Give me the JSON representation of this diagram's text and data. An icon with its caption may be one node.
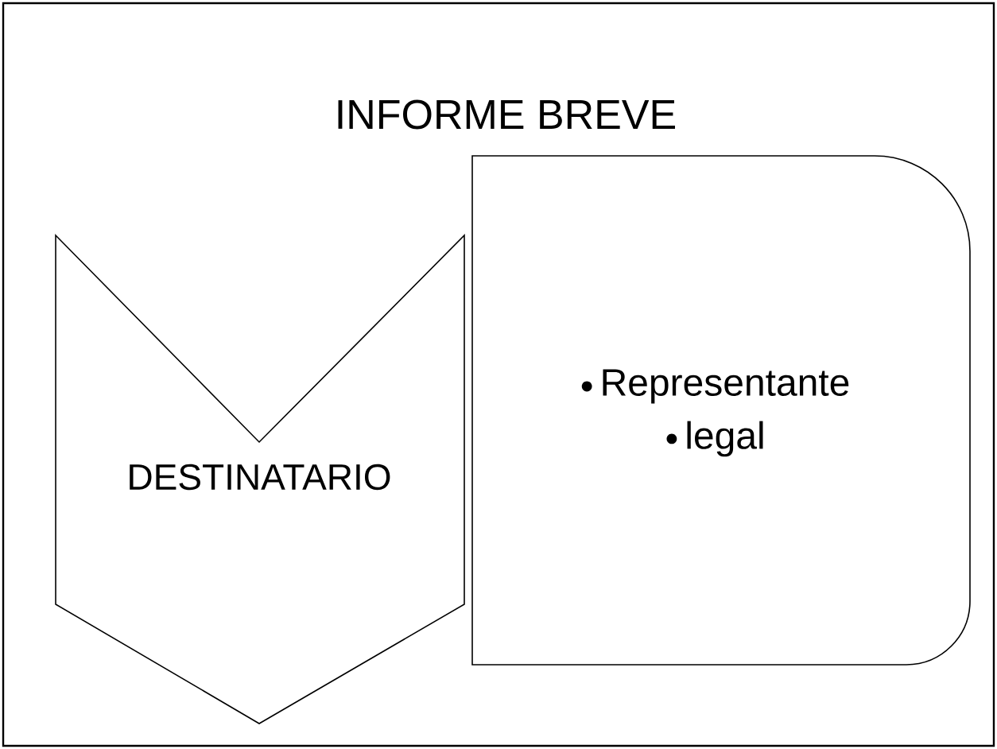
{
  "diagram": {
    "title": "INFORME BREVE",
    "nodes": [
      {
        "text": [
          "DESTINATARIO"
        ]
      },
      {
        "text": [
          "Representante",
          "legal"
        ]
      }
    ]
  }
}
